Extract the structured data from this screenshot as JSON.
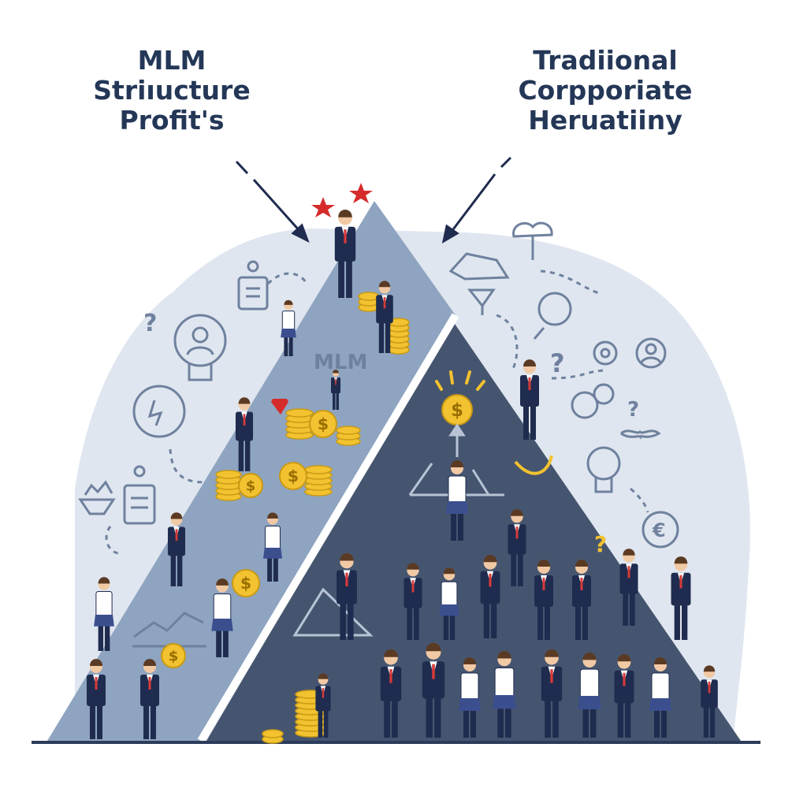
{
  "labels": {
    "left": [
      "MLM",
      "Striıucture",
      "Profit's"
    ],
    "right": [
      "Tradiional",
      "Corpporiate",
      "Heruatiiny"
    ]
  },
  "pyramid_text": "MLM",
  "coin_symbol": "$",
  "euro_symbol": "€",
  "question_mark": "?",
  "colors": {
    "title": "#243757",
    "left_pyramid": "#8ea4c0",
    "right_pyramid": "#46556f",
    "cloud": "#dfe6ef",
    "suit": "#1f2c4f",
    "tie": "#d63a3a",
    "coin": "#f2c230",
    "accent_red": "#d62b2b"
  }
}
